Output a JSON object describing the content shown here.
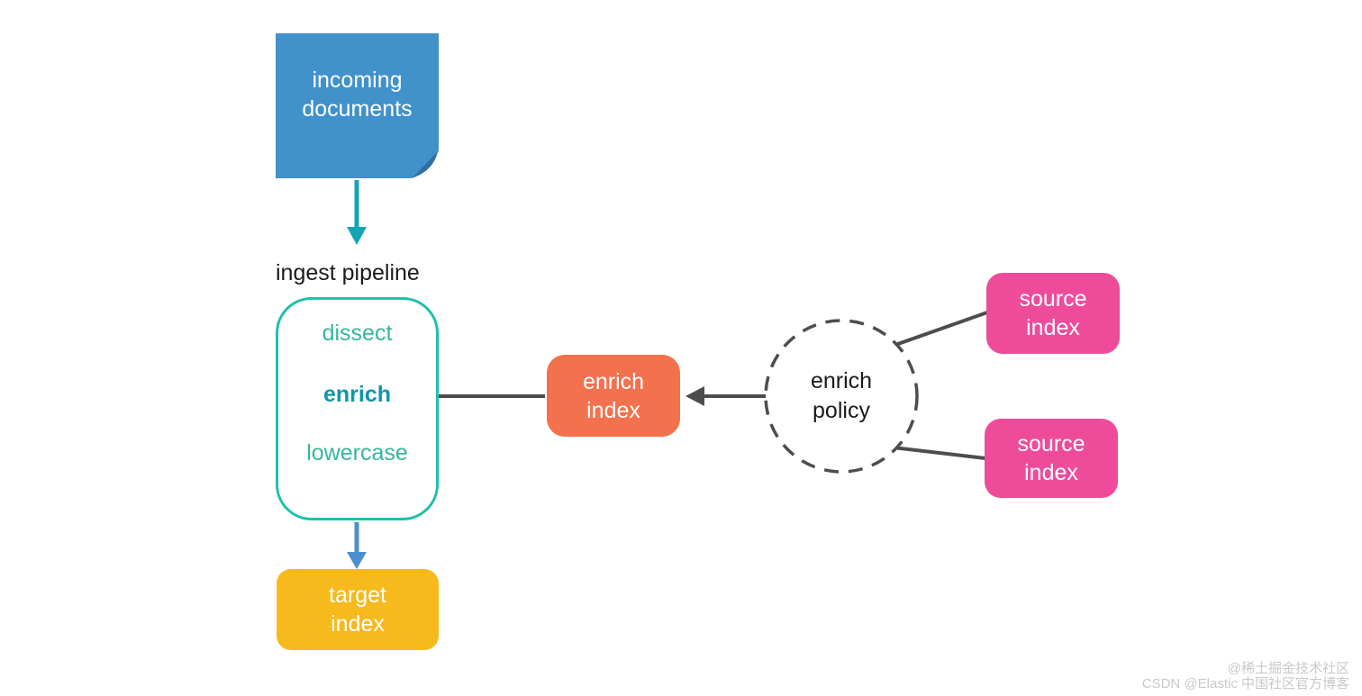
{
  "nodes": {
    "incoming_documents": {
      "label": "incoming\ndocuments"
    },
    "pipeline": {
      "title": "ingest pipeline",
      "processors": [
        {
          "name": "dissect",
          "emphasis": false
        },
        {
          "name": "enrich",
          "emphasis": true
        },
        {
          "name": "lowercase",
          "emphasis": false
        }
      ]
    },
    "target_index": {
      "label": "target\nindex"
    },
    "enrich_index": {
      "label": "enrich\nindex"
    },
    "enrich_policy": {
      "label": "enrich\npolicy"
    },
    "source_index_top": {
      "label": "source\nindex"
    },
    "source_index_bottom": {
      "label": "source\nindex"
    }
  },
  "colors": {
    "document_blue": "#4191ca",
    "document_fold": "#2e6fa4",
    "teal_arrow": "#14a5b2",
    "pipeline_border": "#20c0ab",
    "processor_text": "#36b79e",
    "processor_emphasis_text": "#0d97a8",
    "target_yellow": "#f7ba1d",
    "enrich_orange": "#f4714d",
    "source_pink": "#ee4c9b",
    "connector_gray": "#4d4d4d",
    "blue_arrow": "#4a90d0",
    "label_black": "#1c1c1c",
    "watermark_gray": "#c9c9c9"
  },
  "watermark": {
    "line1": "@稀土掘金技术社区",
    "line2": "CSDN @Elastic 中国社区官方博客"
  }
}
